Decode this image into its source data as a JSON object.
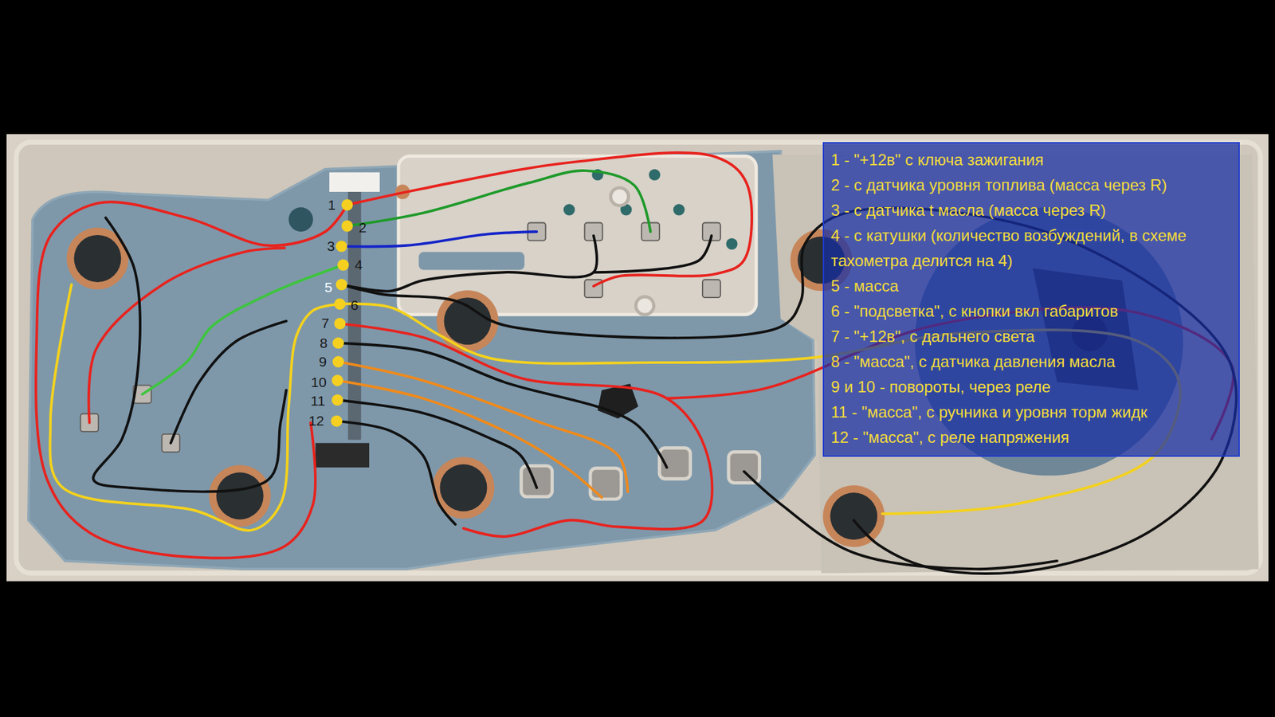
{
  "diagram": {
    "nodes": [
      {
        "text": [
          "1 - \"+12в\" с ключа зажигания",
          "2 - с датчика уровня топлива (масса через R)",
          "3 - с датчика t масла (масса через R)",
          "4 - с катушки (количество возбуждений, в схеме тахометра делится на 4)",
          "5 - масса",
          "6 - \"подсветка\", с кнопки вкл габаритов",
          "7 - \"+12в\", с дальнего света",
          "8 - \"масса\", с датчика давления масла",
          "9 и 10 - повороты, через реле",
          "11 - \"масса\", с ручника и уровня торм жидк",
          "12 - \"масса\", с реле напряжения"
        ]
      }
    ],
    "edges": [],
    "labels": [
      "1",
      "2",
      "3",
      "4",
      "5",
      "6",
      "7",
      "8",
      "9",
      "10",
      "11",
      "12"
    ]
  }
}
